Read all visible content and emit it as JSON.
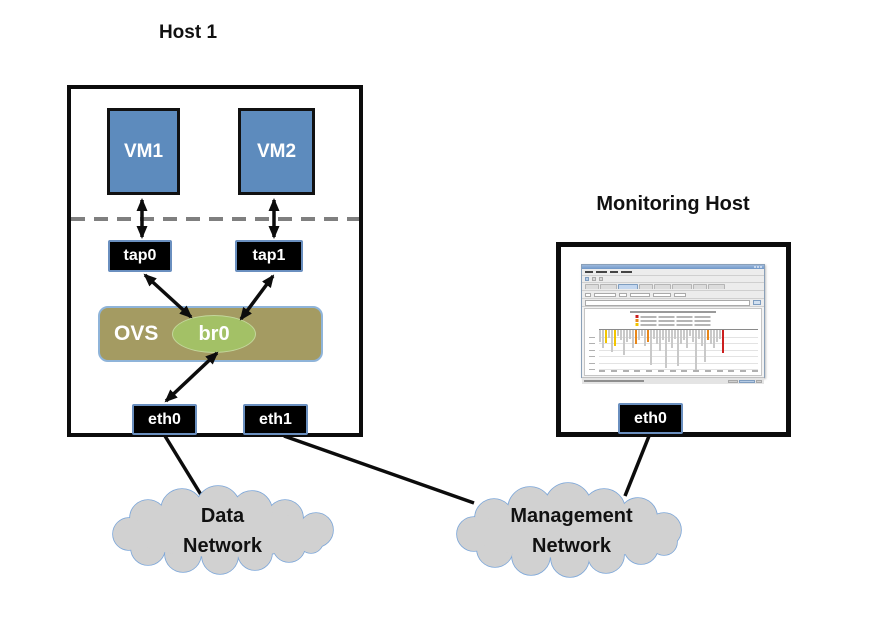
{
  "diagram": {
    "host1": {
      "title": "Host 1",
      "vm1_label": "VM1",
      "vm2_label": "VM2",
      "tap0_label": "tap0",
      "tap1_label": "tap1",
      "ovs_label": "OVS",
      "br0_label": "br0",
      "eth0_label": "eth0",
      "eth1_label": "eth1"
    },
    "monitoring_host": {
      "title": "Monitoring Host",
      "eth0_label": "eth0"
    },
    "clouds": {
      "data": {
        "line1": "Data",
        "line2": "Network"
      },
      "management": {
        "line1": "Management",
        "line2": "Network"
      }
    }
  },
  "colors": {
    "vm_fill": "#5d8bbd",
    "port_bg": "#000000",
    "port_border": "#6a8fbf",
    "ovs_fill": "#a49b62",
    "ovs_border": "#8fb4d9",
    "br0_fill": "#a3c166",
    "cloud_fill": "#d1d1d1",
    "cloud_border": "#7da7d9",
    "line_color": "#0c0c0c",
    "dashed_color": "#7f7f7f"
  },
  "monitor_app": {
    "tab_count": 8,
    "active_tab": 2,
    "menu_item_count": 4,
    "legend_colors": [
      "#cc1f1f",
      "#e8871a",
      "#f2c500"
    ],
    "bar_palette": {
      "g": "#c9c9c9",
      "y": "#f2c500",
      "o": "#e8871a",
      "r": "#cc1f1f"
    },
    "bars": [
      [
        0.3,
        "g"
      ],
      [
        0.45,
        "g"
      ],
      [
        0.32,
        "y"
      ],
      [
        0.2,
        "g"
      ],
      [
        0.55,
        "g"
      ],
      [
        0.4,
        "y"
      ],
      [
        0.16,
        "g"
      ],
      [
        0.26,
        "g"
      ],
      [
        0.62,
        "g"
      ],
      [
        0.3,
        "g"
      ],
      [
        0.22,
        "g"
      ],
      [
        0.46,
        "g"
      ],
      [
        0.34,
        "o"
      ],
      [
        0.24,
        "g"
      ],
      [
        0.16,
        "g"
      ],
      [
        0.4,
        "g"
      ],
      [
        0.3,
        "o"
      ],
      [
        0.88,
        "g"
      ],
      [
        0.22,
        "g"
      ],
      [
        0.34,
        "g"
      ],
      [
        0.52,
        "g"
      ],
      [
        0.26,
        "g"
      ],
      [
        0.96,
        "g"
      ],
      [
        0.3,
        "g"
      ],
      [
        0.44,
        "g"
      ],
      [
        0.22,
        "g"
      ],
      [
        0.9,
        "g"
      ],
      [
        0.34,
        "g"
      ],
      [
        0.26,
        "g"
      ],
      [
        0.46,
        "g"
      ],
      [
        0.16,
        "g"
      ],
      [
        0.3,
        "g"
      ],
      [
        1.0,
        "g"
      ],
      [
        0.22,
        "g"
      ],
      [
        0.4,
        "g"
      ],
      [
        0.8,
        "g"
      ],
      [
        0.26,
        "o"
      ],
      [
        0.34,
        "g"
      ],
      [
        0.46,
        "g"
      ],
      [
        0.3,
        "g"
      ],
      [
        0.22,
        "g"
      ],
      [
        0.58,
        "r"
      ]
    ]
  }
}
